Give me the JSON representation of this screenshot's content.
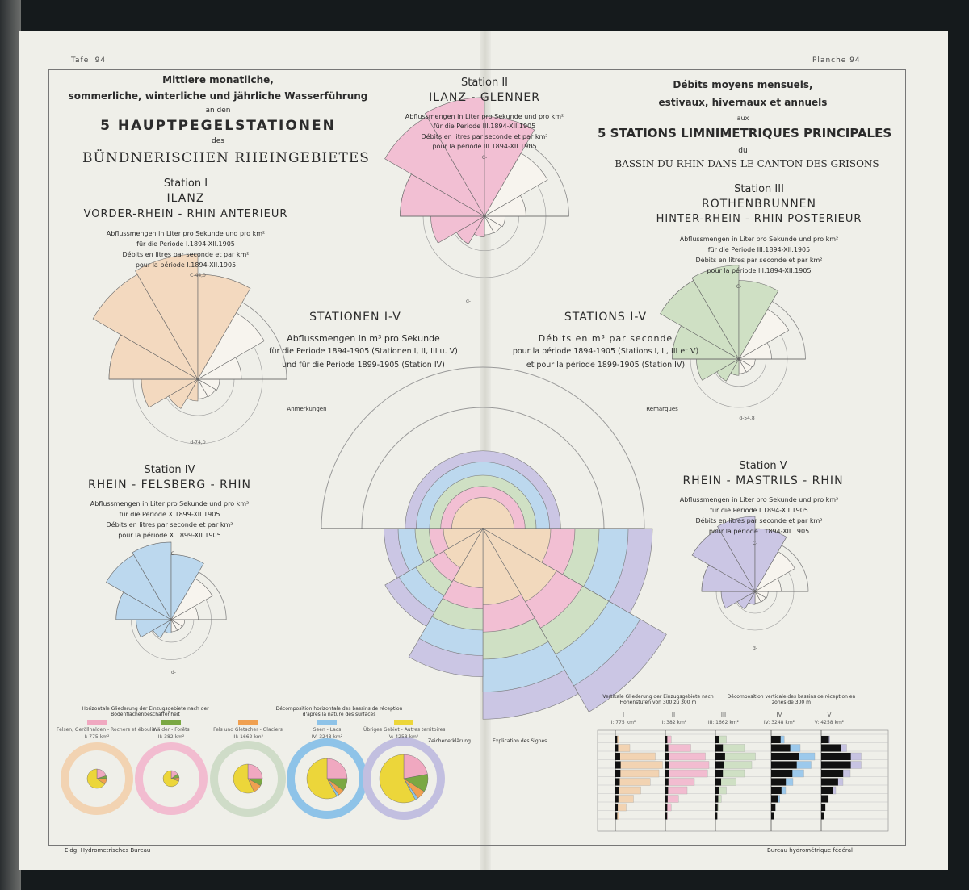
{
  "header": {
    "left_plate": "Tafel 94",
    "right_plate": "Planche 94"
  },
  "title_de": {
    "line1": "Mittlere monatliche,",
    "line2": "sommerliche, winterliche und jährliche Wasserführung",
    "line3": "an den",
    "line4": "5 HAUPTPEGELSTATIONEN",
    "line5": "des",
    "line6": "BÜNDNERISCHEN RHEINGEBIETES"
  },
  "title_fr": {
    "line1": "Débits moyens mensuels,",
    "line2": "estivaux, hivernaux et annuels",
    "line3": "aux",
    "line4": "5 STATIONS LIMNIMETRIQUES PRINCIPALES",
    "line5": "du",
    "line6": "BASSIN DU RHIN DANS LE CANTON DES GRISONS"
  },
  "stations": [
    {
      "num": "Station I",
      "name": "ILANZ",
      "river": "VORDER-RHEIN - RHIN ANTERIEUR",
      "de1": "Abflussmengen in Liter pro Sekunde und pro km²",
      "de2": "für die Periode I.1894-XII.1905",
      "fr1": "Débits en litres par seconde et par km²",
      "fr2": "pour la période I.1894-XII.1905",
      "top": "C-44,0",
      "bottom": "d-74,0",
      "color": "#f3d9bf"
    },
    {
      "num": "Station II",
      "name": "ILANZ - GLENNER",
      "river": "",
      "de1": "Abflussmengen in Liter pro Sekunde und pro km²",
      "de2": "für die Periode III.1894-XII.1905",
      "fr1": "Débits en litres par seconde et par km²",
      "fr2": "pour la période III.1894-XII.1905",
      "top": "C-",
      "bottom": "d-",
      "color": "#f2bfd3"
    },
    {
      "num": "Station III",
      "name": "ROTHENBRUNNEN",
      "river": "HINTER-RHEIN - RHIN POSTERIEUR",
      "de1": "Abflussmengen in Liter pro Sekunde und pro km²",
      "de2": "für die Periode III.1894-XII.1905",
      "fr1": "Débits en litres par seconde et par km²",
      "fr2": "pour la période III.1894-XII.1905",
      "top": "C-",
      "bottom": "d-54,8",
      "color": "#cfe0c4"
    },
    {
      "num": "Station IV",
      "name": "RHEIN - FELSBERG - RHIN",
      "river": "",
      "de1": "Abflussmengen in Liter pro Sekunde und pro km²",
      "de2": "für die Periode X.1899-XII.1905",
      "fr1": "Débits en litres par seconde et par km²",
      "fr2": "pour la période X.1899-XII.1905",
      "top": "C-",
      "bottom": "d-",
      "color": "#bcd8ee"
    },
    {
      "num": "Station V",
      "name": "RHEIN - MASTRILS - RHIN",
      "river": "",
      "de1": "Abflussmengen in Liter pro Sekunde und pro km²",
      "de2": "für die Periode I.1894-XII.1905",
      "fr1": "Débits en litres par seconde et par km²",
      "fr2": "pour la période I.1894-XII.1905",
      "top": "C-",
      "bottom": "d-",
      "color": "#cbc6e4"
    }
  ],
  "central": {
    "title_de": "STATIONEN I-V",
    "sub_de1": "Abflussmengen in m³ pro Sekunde",
    "sub_de2": "für die Periode 1894-1905 (Stationen I, II, III u. V)",
    "sub_de3": "und für die Periode 1899-1905 (Station IV)",
    "title_fr": "STATIONS I-V",
    "sub_fr1": "Débits en m³ par seconde",
    "sub_fr2": "pour la période 1894-1905 (Stations I, II, III et V)",
    "sub_fr3": "et pour la période 1899-1905 (Station IV)",
    "notes_de": "Anmerkungen",
    "notes_fr": "Remarques",
    "ring_colors": [
      "#f2d9bd",
      "#f2bfd3",
      "#cfe0c4",
      "#bcd8ee",
      "#cbc6e4"
    ]
  },
  "bottom_left": {
    "title_de": "Horizontale Gliederung der Einzugsgebiete nach der Bodenflächenbeschaffenheit",
    "title_fr": "Décomposition horizontale des bassins de réception d'après la nature des surfaces",
    "legend": [
      {
        "label": "Felsen, Geröllhalden - Rochers et éboulis",
        "color": "#f0a8c0"
      },
      {
        "label": "Wälder - Forêts",
        "color": "#7aa843"
      },
      {
        "label": "Fels und Gletscher - Glaciers",
        "color": "#f0a050"
      },
      {
        "label": "Seen - Lacs",
        "color": "#8ec3e8"
      },
      {
        "label": "Übriges Gebiet - Autres territoires",
        "color": "#ecd63a"
      }
    ],
    "basins": [
      "I: 775 km²",
      "II: 382 km²",
      "III: 1662 km²",
      "IV: 3248 km²",
      "V: 4258 km²"
    ]
  },
  "legend_signs": {
    "title_de": "Zeichenerklärung",
    "title_fr": "Explication des Signes"
  },
  "bottom_right": {
    "title_de": "Vertikale Gliederung der Einzugsgebiete nach Höhenstufen von 300 zu 300 m",
    "title_fr": "Décomposition verticale des bassins de réception en zones de 300 m",
    "cols": [
      "I",
      "II",
      "III",
      "IV",
      "V"
    ],
    "areas": [
      "I: 775 km²",
      "II: 382 km²",
      "III: 1662 km²",
      "IV: 3248 km²",
      "V: 4258 km²"
    ]
  },
  "footer": {
    "left": "Eidg. Hydrometrisches Bureau",
    "right": "Bureau hydrométrique fédéral"
  }
}
